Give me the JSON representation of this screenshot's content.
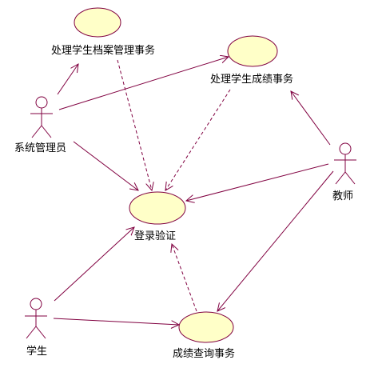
{
  "actors": {
    "admin": "系统管理员",
    "teacher": "教师",
    "student": "学生"
  },
  "use_cases": {
    "archive": "处理学生档案管理事务",
    "grades": "处理学生成绩事务",
    "login": "登录验证",
    "query": "成绩查询事务"
  },
  "colors": {
    "line": "#800040",
    "ellipse_fill": "#ffffc8",
    "ellipse_stroke": "#800040"
  }
}
